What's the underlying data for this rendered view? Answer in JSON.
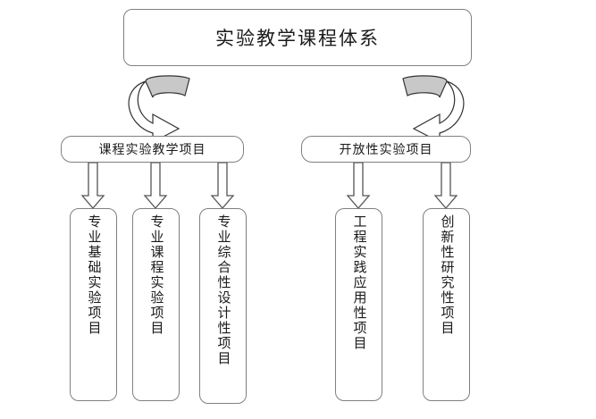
{
  "diagram": {
    "title": "实验教学课程体系",
    "root": {
      "label": "实验教学课程体系"
    },
    "branches": [
      {
        "id": "course-experiment-teaching",
        "label": "课程实验教学项目",
        "children": [
          {
            "id": "major-basic-experiment",
            "label": "专业基础实验项目"
          },
          {
            "id": "major-course-experiment",
            "label": "专业课程实验项目"
          },
          {
            "id": "major-comprehensive-design",
            "label": "专业综合性设计性项目"
          }
        ]
      },
      {
        "id": "open-experiment",
        "label": "开放性实验项目",
        "children": [
          {
            "id": "engineering-practice-application",
            "label": "工程实践应用性项目"
          },
          {
            "id": "innovative-research",
            "label": "创新性研究性项目"
          }
        ]
      }
    ],
    "connectors": {
      "curved_left": "curved-arrow-right-icon",
      "curved_right": "curved-arrow-left-icon",
      "down_arrow": "block-arrow-down-icon"
    },
    "colors": {
      "box_border": "#808080",
      "leaf_border": "#555555",
      "ribbon_fill": "#c8c8c8",
      "arrow_fill": "#ffffff",
      "background": "#ffffff",
      "text": "#1a1a1a"
    }
  }
}
